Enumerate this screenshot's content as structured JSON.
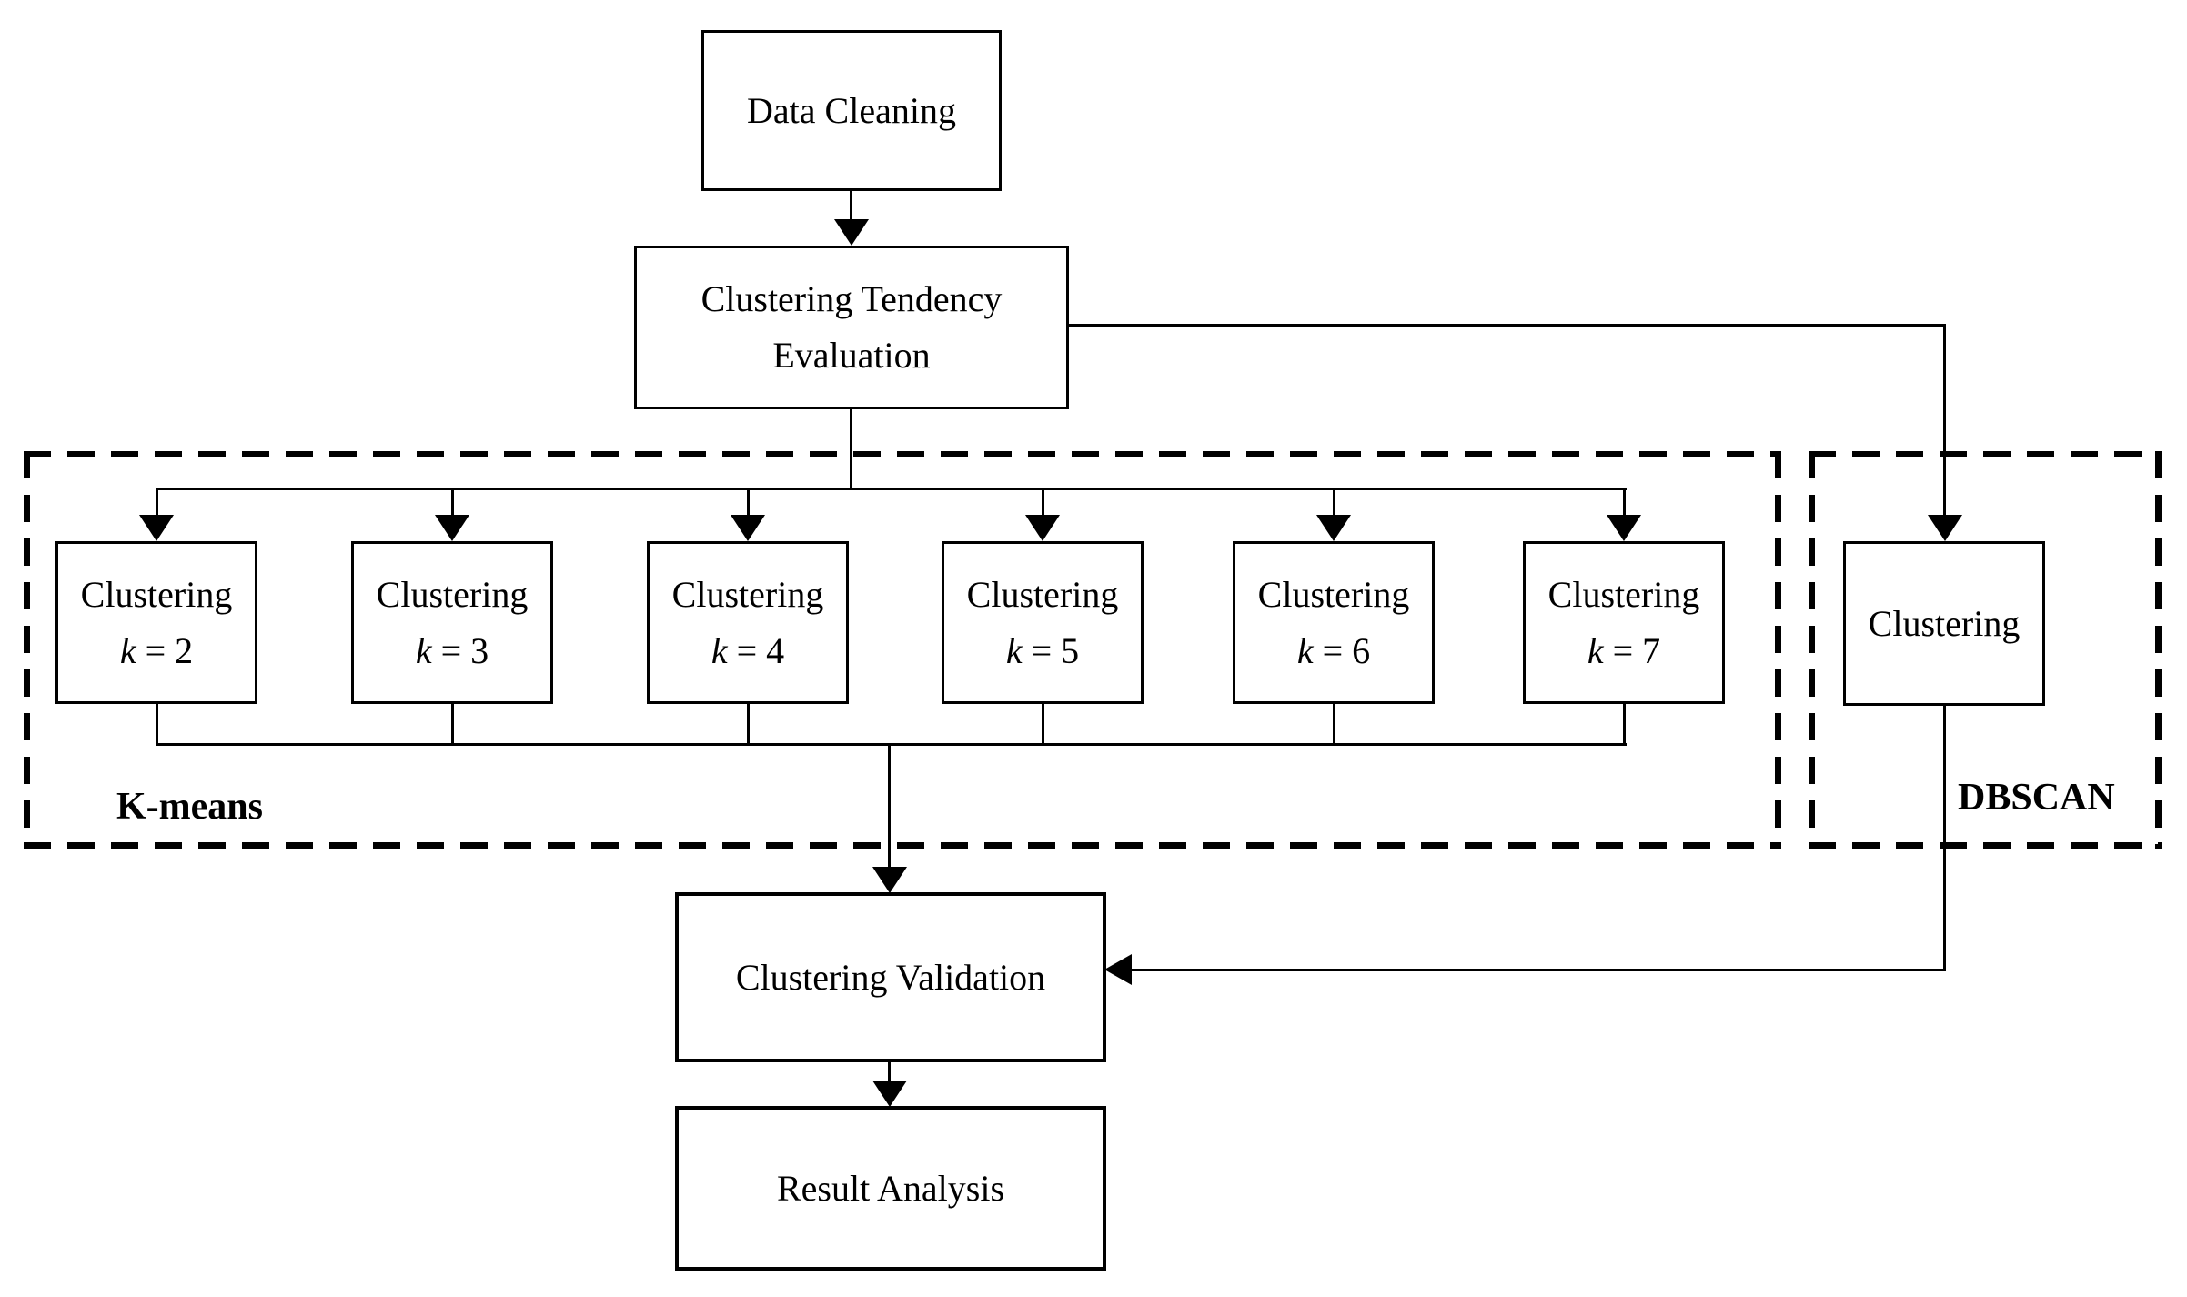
{
  "title": "Clustering analysis workflow flowchart",
  "colors": {
    "line": "#000000",
    "background": "#ffffff",
    "text": "#000000"
  },
  "nodes": {
    "data_cleaning": {
      "label": "Data Cleaning"
    },
    "clustering_tendency_evaluation": {
      "line1": "Clustering Tendency",
      "line2": "Evaluation"
    },
    "dbscan_clustering": {
      "label": "Clustering"
    },
    "clustering_validation": {
      "label": "Clustering Validation"
    },
    "result_analysis": {
      "label": "Result Analysis"
    }
  },
  "groups": {
    "kmeans": {
      "label": "K-means"
    },
    "dbscan": {
      "label": "DBSCAN"
    }
  },
  "kmeans_runs": [
    {
      "line1": "Clustering",
      "k_var": "k",
      "k_eq": " = 2"
    },
    {
      "line1": "Clustering",
      "k_var": "k",
      "k_eq": " = 3"
    },
    {
      "line1": "Clustering",
      "k_var": "k",
      "k_eq": " = 4"
    },
    {
      "line1": "Clustering",
      "k_var": "k",
      "k_eq": " = 5"
    },
    {
      "line1": "Clustering",
      "k_var": "k",
      "k_eq": " = 6"
    },
    {
      "line1": "Clustering",
      "k_var": "k",
      "k_eq": " = 7"
    }
  ]
}
